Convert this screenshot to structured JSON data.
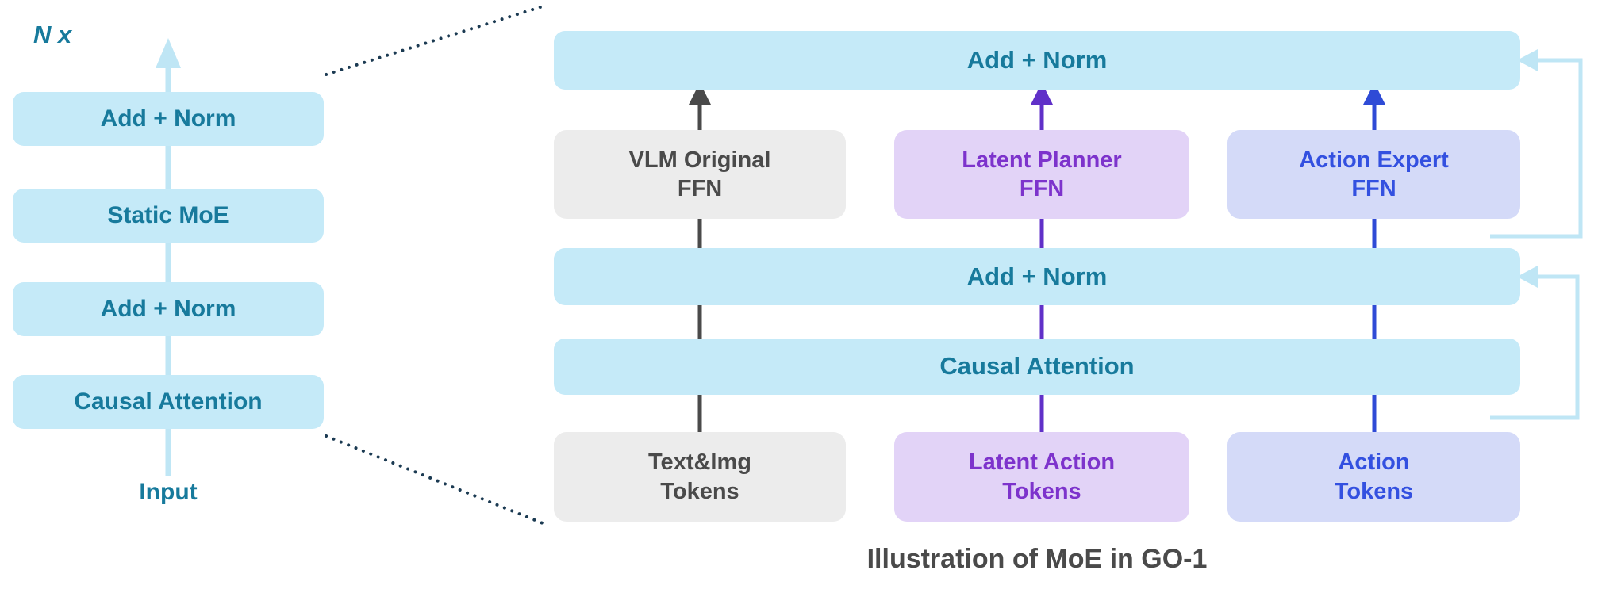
{
  "colors": {
    "light_blue_fill": "#c5eaf8",
    "teal_text": "#177a9c",
    "gray_fill": "#ececec",
    "gray_text": "#4a4a4a",
    "purple_fill": "#e2d3f7",
    "purple_text": "#7d33cc",
    "lavender_fill": "#d4daf8",
    "blue_text": "#3350e0",
    "arrow_light_blue": "#bfe6f5",
    "arrow_gray": "#4a4a4a",
    "arrow_purple": "#6030c8",
    "arrow_blue": "#2f4bd6",
    "dotted_line": "#1b3a52"
  },
  "left_panel": {
    "repeat_label": "N x",
    "blocks": [
      {
        "label": "Add + Norm"
      },
      {
        "label": "Static MoE"
      },
      {
        "label": "Add + Norm"
      },
      {
        "label": "Causal Attention"
      }
    ],
    "input_label": "Input"
  },
  "right_panel": {
    "top_bar_label": "Add + Norm",
    "mid_bar_label": "Add + Norm",
    "attention_bar_label": "Causal Attention",
    "experts": [
      {
        "label": "VLM Original\nFFN"
      },
      {
        "label": "Latent Planner\nFFN"
      },
      {
        "label": "Action Expert\nFFN"
      }
    ],
    "tokens": [
      {
        "label": "Text&Img\nTokens"
      },
      {
        "label": "Latent Action\nTokens"
      },
      {
        "label": "Action\nTokens"
      }
    ]
  },
  "caption": "Illustration of MoE in GO-1"
}
